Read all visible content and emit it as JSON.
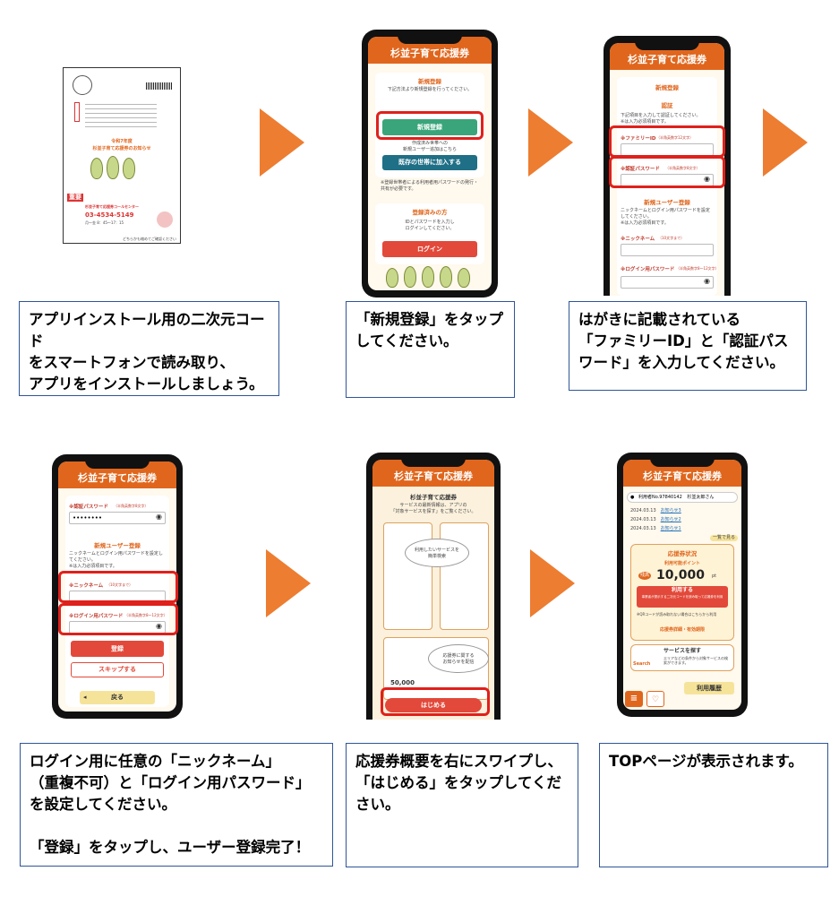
{
  "colors": {
    "arrow": "#ED7D31",
    "caption_border": "#2F5597",
    "app_header": "#E0661D",
    "highlight": "#E0201B",
    "green_button": "#3AA57A",
    "teal_button": "#1F6F86",
    "red_button": "#E2493A"
  },
  "icons": [
    "arrow-right-icon",
    "eye-icon",
    "search-icon",
    "menu-icon",
    "heart-icon",
    "user-icon"
  ],
  "captions": {
    "step1": "アプリインストール用の二次元コード\nをスマートフォンで読み取り、\nアプリをインストールしましょう。",
    "step2": "「新規登録」をタップ\nしてください。",
    "step3": "はがきに記載されている\n「ファミリーID」と「認証パス\nワード」を入力してください。",
    "step4": "ログイン用に任意の「ニックネーム」\n（重複不可）と「ログイン用パスワード」\nを設定してください。\n\n「登録」をタップし、ユーザー登録完了！",
    "step5": "応援券概要を右にスワイプし、\n「はじめる」をタップしてくだ\nさい。",
    "step6": "TOPページが表示されます。"
  },
  "postcard": {
    "title_line1": "令和7年度",
    "title_line2": "杉並子育て応援券のお知らせ",
    "important": "重要",
    "call_center": "杉並子育て応援券コールセンター",
    "phone": "03-4534-5149",
    "hours": "月～金 8：45～17：15",
    "footer": "どちらかも絡めてご確認ください"
  },
  "app": {
    "header_title": "杉並子育て応援券",
    "screen2": {
      "new_reg_title": "新規登録",
      "new_reg_desc": "下記方法より新規登録を行ってください。",
      "new_reg_button": "新規登録",
      "existing_desc": "作成済み世帯への\n新規ユーザー追加はこちら",
      "join_button": "既存の世帯に加入する",
      "join_note": "※登録世帯者による利用者用パスワードの発行・共有が必要です。",
      "registered_title": "登録済みの方",
      "login_desc": "IDとパスワードを入力し\nログインしてください。",
      "login_button": "ログイン"
    },
    "screen3": {
      "title": "新規登録",
      "auth_title": "認証",
      "auth_desc": "下記項目を入力して認証してください。\n※は入力必須項目です。",
      "family_id_label": "※ファミリーID",
      "family_id_hint": "（半角英数字12文字）",
      "auth_pw_label": "※認証パスワード",
      "auth_pw_hint": "（半角英数字8文字）",
      "new_user_title": "新規ユーザー登録",
      "new_user_desc": "ニックネームとログイン用パスワードを設定してください。\n※は入力必須項目です。",
      "nickname_label": "※ニックネーム",
      "nickname_hint": "（10文字まで）",
      "login_pw_label": "※ログイン用パスワード",
      "login_pw_hint": "（半角英数字8～12文字）"
    },
    "screen4": {
      "auth_pw_label": "※認証パスワード",
      "auth_pw_hint": "（半角英数字8文字）",
      "auth_pw_value": "••••••••",
      "new_user_title": "新規ユーザー登録",
      "new_user_desc": "ニックネームとログイン用パスワードを設定してください。\n※は入力必須項目です。",
      "nickname_label": "※ニックネーム",
      "nickname_hint": "（10文字まで）",
      "login_pw_label": "※ログイン用パスワード",
      "login_pw_hint": "（半角英数字8～12文字）",
      "register_button": "登録",
      "skip_button": "スキップする",
      "back_button": "戻る"
    },
    "screen5": {
      "title": "杉並子育て応援券",
      "desc": "サービスの最新情報は、アプリの\n「対象サービスを探す」をご覧ください。",
      "bubble1": "利用したいサービスを\n簡単検索",
      "bubble2": "応援券に関する\nお知らせを配信",
      "amount": "50,000",
      "start_button": "はじめる"
    },
    "screen6": {
      "user_id": "利用者No.97840142",
      "user_name": "杉並太郎さん",
      "news": [
        {
          "date": "2024.03.13",
          "title": "お知らせ3"
        },
        {
          "date": "2024.03.13",
          "title": "お知らせ2"
        },
        {
          "date": "2024.03.13",
          "title": "お知らせ1"
        }
      ],
      "news_more": "一覧で見る",
      "status_title": "応援券状況",
      "points_label": "利用可能ポイント",
      "points_badge": "残高",
      "points_value": "10,000",
      "points_unit": "pt",
      "use_button": "利用する",
      "use_sub": "事業者が提示する二次元コードを読み取って応援券を利用",
      "qr_note": "※QRコードが読み取れない場合はこちらから利用",
      "detail_link": "応援券詳細・有効期限",
      "search_title": "サービスを探す",
      "search_desc": "エリアなどの条件から対象サービスの検索ができます。",
      "search_badge": "Search",
      "history_button": "利用履歴"
    }
  }
}
